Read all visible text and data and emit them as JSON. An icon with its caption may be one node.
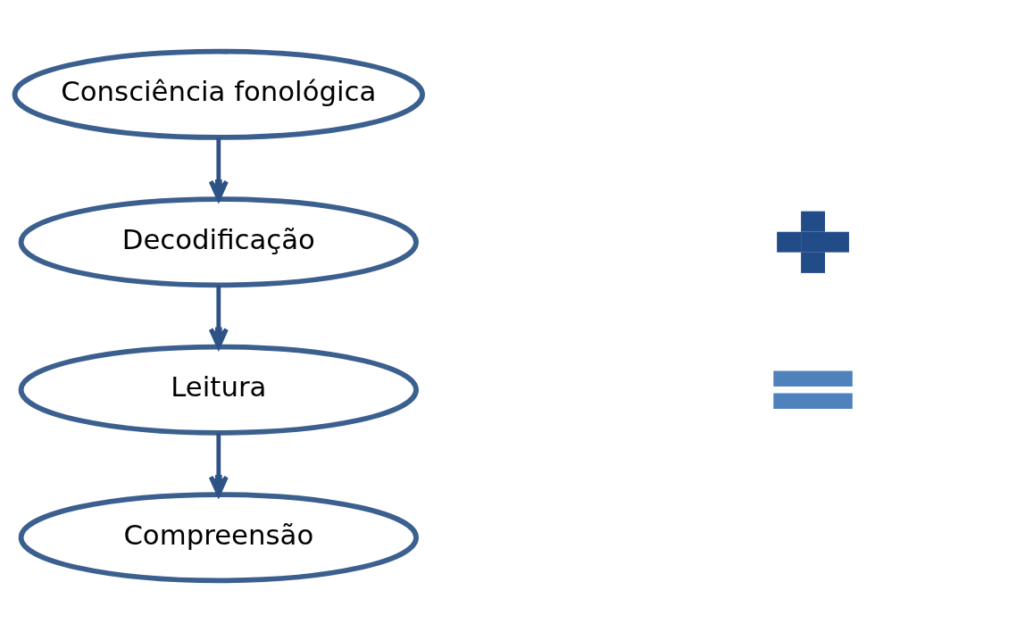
{
  "diagram": {
    "nodes": [
      {
        "text": [
          "Consciência fonológica"
        ]
      },
      {
        "text": [
          "Decodificação"
        ]
      },
      {
        "text": [
          "Leitura"
        ]
      },
      {
        "text": [
          "Compreensão"
        ]
      },
      {
        "text": [],
        "shape": "plus"
      },
      {
        "text": [],
        "shape": "equals"
      }
    ],
    "edges": [
      {
        "from": 0,
        "to": 1,
        "arrow": "to"
      },
      {
        "from": 1,
        "to": 2,
        "arrow": "to"
      },
      {
        "from": 2,
        "to": 3,
        "arrow": "to"
      }
    ]
  }
}
